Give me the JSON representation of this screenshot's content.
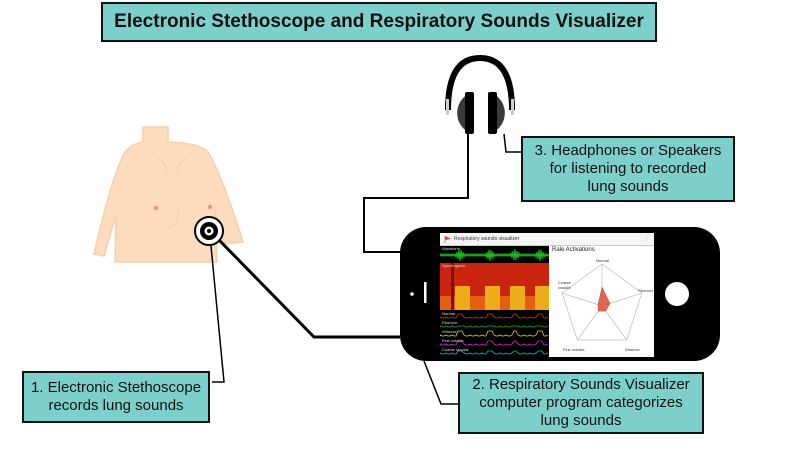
{
  "title": "Electronic Stethoscope and Respiratory Sounds Visualizer",
  "labels": {
    "step1": [
      "1. Electronic Stethoscope",
      "records lung sounds"
    ],
    "step2": [
      "2. Respiratory Sounds Visualizer",
      "computer program categorizes",
      "lung sounds"
    ],
    "step3": [
      "3. Headphones or Speakers",
      "for listening to recorded",
      "lung sounds"
    ]
  },
  "app": {
    "title": "Respiratory sounds visualizer",
    "menu_icon": "more-vert-icon",
    "tracks": [
      "Waveform",
      "Spectrogram",
      "Normal",
      "Rhonchi",
      "Wheeze",
      "Fine crackle",
      "Coarse crackle"
    ],
    "track_colors": {
      "Waveform": "#22c322",
      "Normal": "#d23a2a",
      "Rhonchi": "#2fa52f",
      "Wheeze": "#e3d520",
      "Fine crackle": "#d829d8",
      "Coarse crackle": "#21b7c9"
    },
    "radar": {
      "title": "Rale Activations",
      "axes": [
        "Normal",
        "Rhonchi",
        "Wheeze",
        "Fine crackle",
        "Coarse crackle"
      ],
      "axis_labels": [
        "Normal",
        "Rhonchi",
        "Wheeze",
        "Fine crackle",
        "Coarse\ncrackle"
      ],
      "values": [
        0.45,
        0.2,
        0.15,
        0.15,
        0.1
      ],
      "fill": "#e05545"
    }
  },
  "colors": {
    "box_fill": "#7dcfcc",
    "skin": "#fcdcbd",
    "phone": "#000000"
  }
}
